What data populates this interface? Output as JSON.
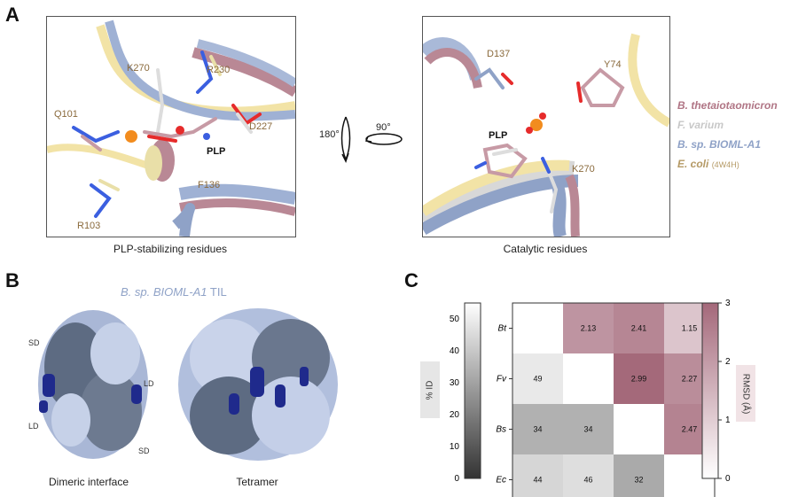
{
  "panels": {
    "a": "A",
    "b": "B",
    "c": "C"
  },
  "panelA": {
    "left_caption": "PLP-stabilizing residues",
    "right_caption": "Catalytic residues",
    "left_labels": {
      "k270": "K270",
      "r230": "R230",
      "q101": "Q101",
      "d227": "D227",
      "plp": "PLP",
      "f136": "F136",
      "r103": "R103"
    },
    "right_labels": {
      "d137": "D137",
      "y74": "Y74",
      "plp": "PLP",
      "k270": "K270"
    },
    "rotation": {
      "deg180": "180°",
      "deg90": "90°"
    },
    "legend": [
      {
        "name": "B. thetaiotaomicron",
        "color": "#b07585"
      },
      {
        "name": "F. varium",
        "color": "#c8c8c8"
      },
      {
        "name": "B. sp. BIOML-A1",
        "color": "#8fa2c7"
      },
      {
        "name": "E. coli",
        "sub": "(4W4H)",
        "color": "#b59a66"
      }
    ]
  },
  "panelB": {
    "title_italic": "B. sp. BIOML-A1",
    "title_rest": " TIL",
    "labels": {
      "sd_top": "SD",
      "ld_right": "LD",
      "ld_left": "LD",
      "sd_bottom": "SD"
    },
    "captions": {
      "dimeric": "Dimeric interface",
      "tetramer": "Tetramer"
    }
  },
  "chart_data": {
    "type": "heatmap",
    "categories": [
      "Bt",
      "Fv",
      "Bs",
      "Ec"
    ],
    "upper_triangle_metric": "RMSD (Å)",
    "lower_triangle_metric": "% ID",
    "upper_cells": [
      {
        "row": "Bt",
        "col": "Fv",
        "value": 2.13
      },
      {
        "row": "Bt",
        "col": "Bs",
        "value": 2.41
      },
      {
        "row": "Bt",
        "col": "Ec",
        "value": 1.15
      },
      {
        "row": "Fv",
        "col": "Bs",
        "value": 2.99
      },
      {
        "row": "Fv",
        "col": "Ec",
        "value": 2.27
      },
      {
        "row": "Bs",
        "col": "Ec",
        "value": 2.47
      }
    ],
    "lower_cells": [
      {
        "row": "Fv",
        "col": "Bt",
        "value": 49
      },
      {
        "row": "Bs",
        "col": "Bt",
        "value": 34
      },
      {
        "row": "Bs",
        "col": "Fv",
        "value": 34
      },
      {
        "row": "Ec",
        "col": "Bt",
        "value": 44
      },
      {
        "row": "Ec",
        "col": "Fv",
        "value": 46
      },
      {
        "row": "Ec",
        "col": "Bs",
        "value": 32
      }
    ],
    "id_colorbar": {
      "label": "% ID",
      "ylim": [
        0,
        55
      ],
      "ticks": [
        0,
        10,
        20,
        30,
        40,
        50
      ],
      "colors": [
        "#333333",
        "#ffffff"
      ]
    },
    "rmsd_colorbar": {
      "label": "RMSD (Å)",
      "ylim": [
        0,
        3
      ],
      "ticks": [
        0,
        1,
        2,
        3
      ],
      "colors": [
        "#ffffff",
        "#a4687a"
      ]
    }
  }
}
